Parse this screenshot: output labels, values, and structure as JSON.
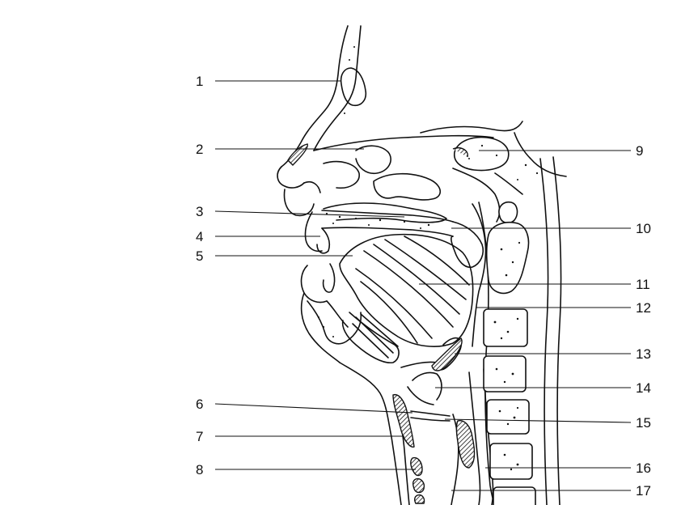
{
  "figure": {
    "labels_left": [
      "1",
      "2",
      "3",
      "4",
      "5",
      "6",
      "7",
      "8"
    ],
    "labels_right": [
      "9",
      "10",
      "11",
      "12",
      "13",
      "14",
      "15",
      "16",
      "17"
    ]
  },
  "colors": {
    "ink": "#111111",
    "paper": "#ffffff"
  }
}
